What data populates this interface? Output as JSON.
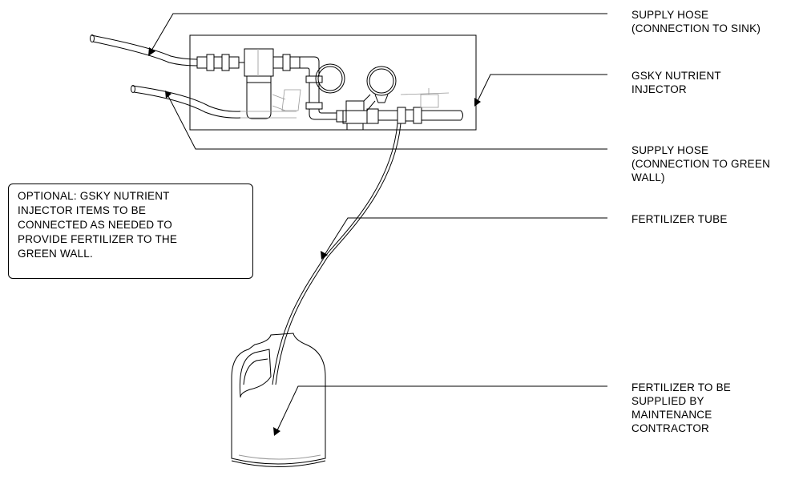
{
  "labels": {
    "supply_sink": "SUPPLY HOSE\n(CONNECTION TO SINK)",
    "injector": "GSKY NUTRIENT\nINJECTOR",
    "supply_wall": "SUPPLY HOSE\n(CONNECTION TO GREEN\nWALL)",
    "fert_tube": "FERTILIZER TUBE",
    "fertilizer": "FERTILIZER TO BE\nSUPPLIED BY\nMAINTENANCE\nCONTRACTOR"
  },
  "note": {
    "text": "OPTIONAL: GSKY NUTRIENT\nINJECTOR ITEMS TO BE\nCONNECTED AS NEEDED TO\nPROVIDE FERTILIZER TO THE\nGREEN WALL."
  }
}
